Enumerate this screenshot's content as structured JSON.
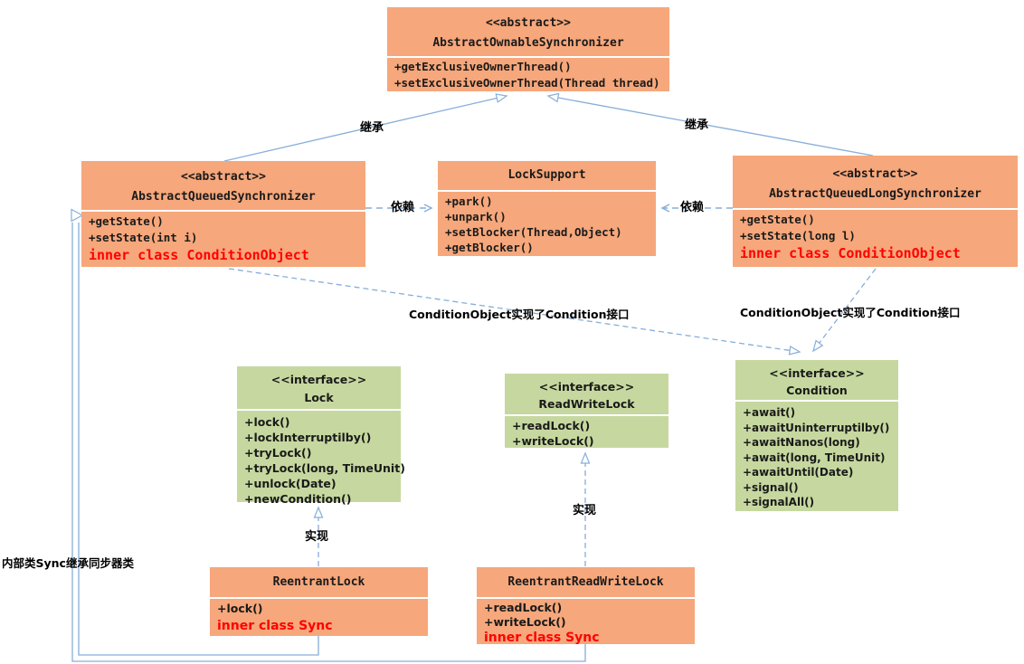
{
  "classes": {
    "abstract_ownable_synchronizer": {
      "stereotype": "<<abstract>>",
      "name": "AbstractOwnableSynchronizer",
      "members": [
        "+getExclusiveOwnerThread()",
        "+setExclusiveOwnerThread(Thread thread)"
      ]
    },
    "abstract_queued_synchronizer": {
      "stereotype": "<<abstract>>",
      "name": "AbstractQueuedSynchronizer",
      "members": [
        "+getState()",
        "+setState(int i)",
        "inner class ConditionObject"
      ]
    },
    "lock_support": {
      "name": "LockSupport",
      "members": [
        "+park()",
        "+unpark()",
        "+setBlocker(Thread,Object)",
        "+getBlocker()"
      ]
    },
    "abstract_queued_long_synchronizer": {
      "stereotype": "<<abstract>>",
      "name": "AbstractQueuedLongSynchronizer",
      "members": [
        "+getState()",
        "+setState(long l)",
        "inner class ConditionObject"
      ]
    },
    "lock": {
      "stereotype": "<<interface>>",
      "name": "Lock",
      "members": [
        "+lock()",
        "+lockInterruptilby()",
        "+tryLock()",
        "+tryLock(long, TimeUnit)",
        "+unlock(Date)",
        "+newCondition()"
      ]
    },
    "read_write_lock": {
      "stereotype": "<<interface>>",
      "name": "ReadWriteLock",
      "members": [
        "+readLock()",
        "+writeLock()"
      ]
    },
    "condition": {
      "stereotype": "<<interface>>",
      "name": "Condition",
      "members": [
        "+await()",
        "+awaitUninterruptilby()",
        "+awaitNanos(long)",
        "+await(long, TimeUnit)",
        "+awaitUntil(Date)",
        "+signal()",
        "+signalAll()"
      ]
    },
    "reentrant_lock": {
      "name": "ReentrantLock",
      "members": [
        "+lock()",
        "inner class Sync"
      ]
    },
    "reentrant_read_write_lock": {
      "name": "ReentrantReadWriteLock",
      "members": [
        "+readLock()",
        "+writeLock()",
        "inner class Sync"
      ]
    }
  },
  "edge_labels": {
    "inherit_left": "继承",
    "inherit_right": "继承",
    "depend_left": "依赖",
    "depend_right": "依赖",
    "condition_note_left": "ConditionObject实现了Condition接口",
    "condition_note_right": "ConditionObject实现了Condition接口",
    "implement_left": "实现",
    "implement_right": "实现",
    "sync_note": "内部类Sync继承同步器类"
  },
  "colors": {
    "class_fill": "#F6A77B",
    "interface_fill": "#C6D89F",
    "line": "#86AED9",
    "highlight_text": "#FF0000"
  }
}
